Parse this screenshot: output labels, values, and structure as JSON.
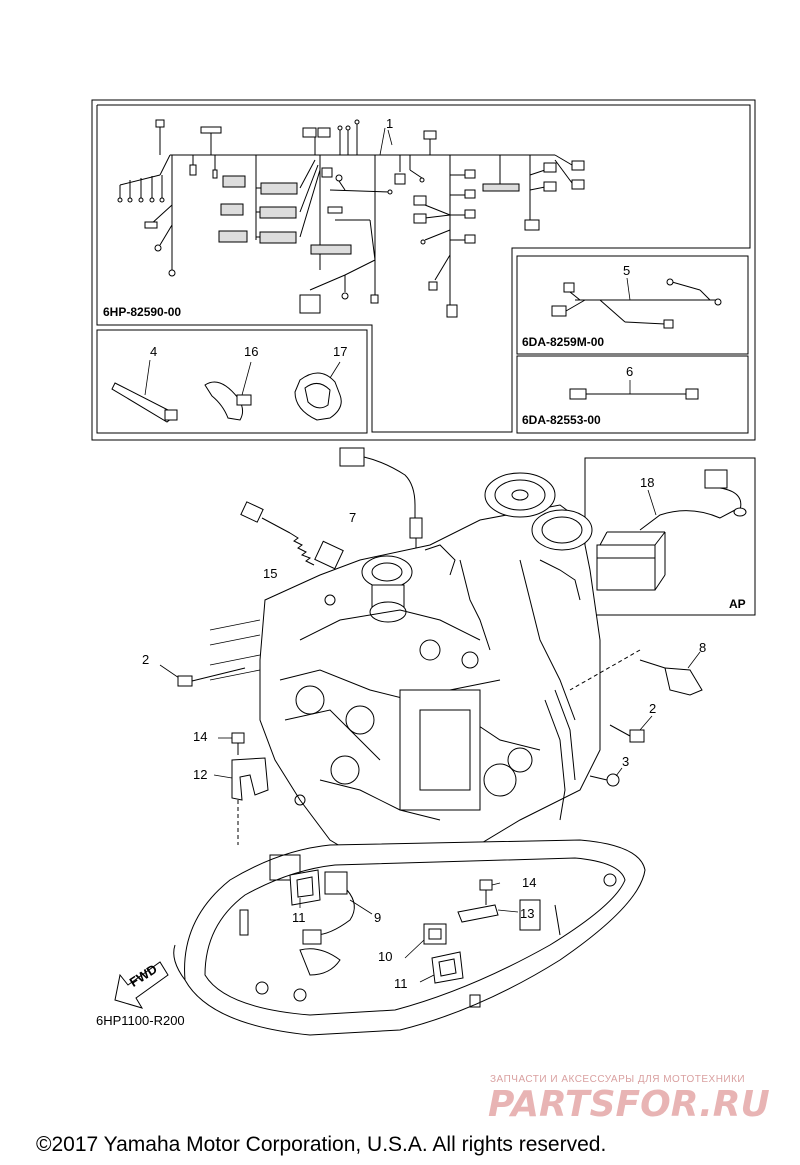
{
  "harness_box": {
    "codes": [
      "6HP-82590-00",
      "6DA-8259M-00",
      "6DA-82553-00"
    ],
    "labels": [
      "1",
      "4",
      "16",
      "17",
      "5",
      "6"
    ]
  },
  "ap_box": {
    "label_18": "18",
    "tag": "AP"
  },
  "callouts": {
    "c7": "7",
    "c15": "15",
    "c2a": "2",
    "c8": "8",
    "c2b": "2",
    "c14a": "14",
    "c12": "12",
    "c3": "3",
    "c14b": "14",
    "c13": "13",
    "c11a": "11",
    "c9": "9",
    "c10": "10",
    "c11b": "11"
  },
  "fwd_label": "FWD",
  "diagram_code": "6HP1100-R200",
  "watermark": {
    "tagline": "ЗАПЧАСТИ И АКСЕССУАРЫ ДЛЯ МОТОТЕХНИКИ",
    "brand": "PARTSFOR.RU"
  },
  "copyright": "©2017 Yamaha Motor Corporation, U.S.A. All rights reserved."
}
